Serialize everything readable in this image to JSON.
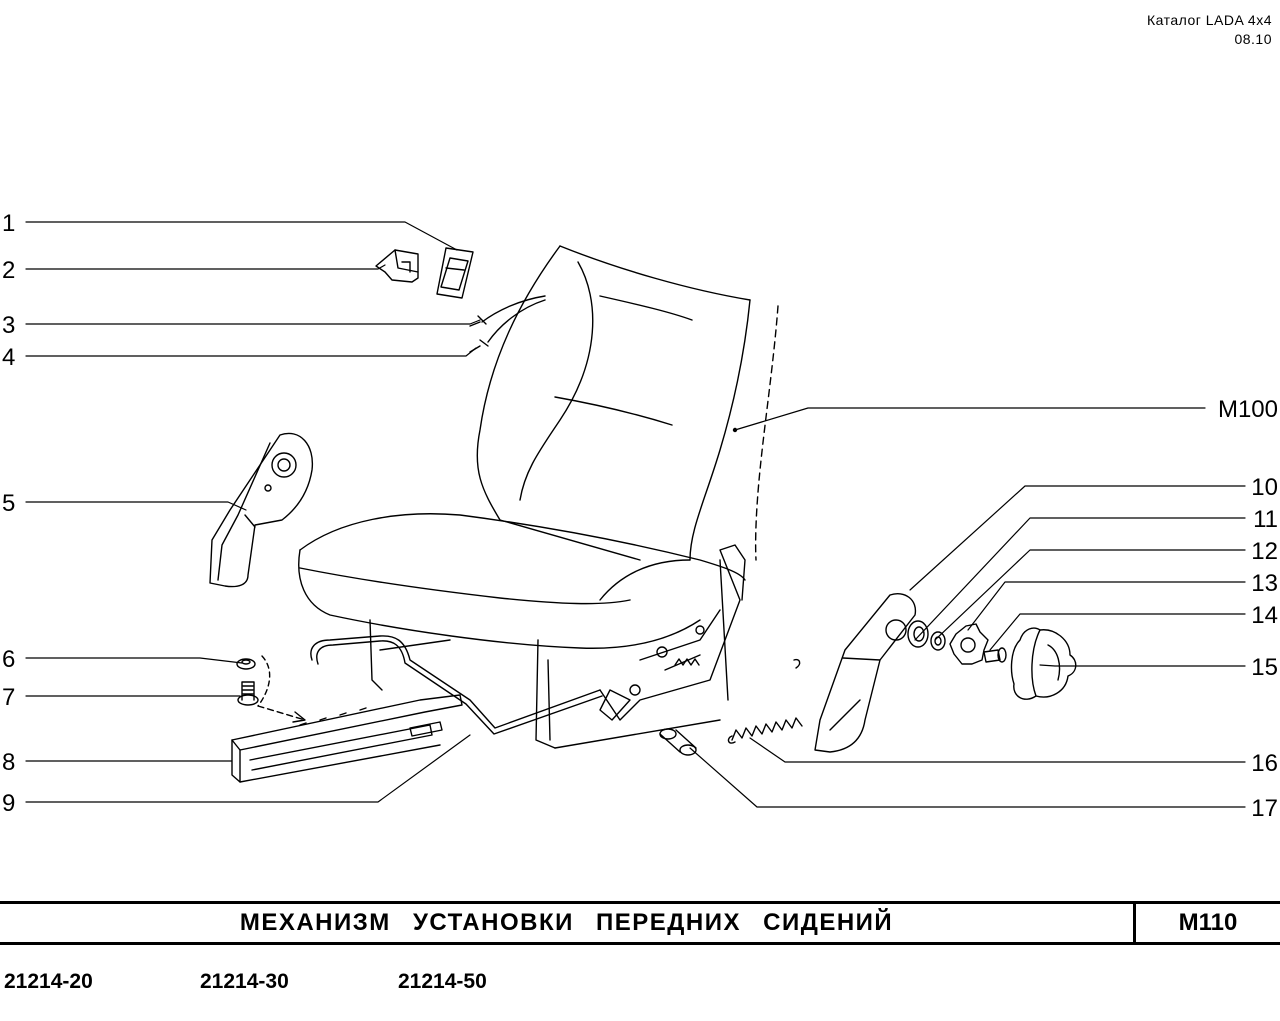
{
  "header": {
    "catalog": "Каталог  LADA  4x4",
    "date": "08.10"
  },
  "callouts": {
    "left": [
      "1",
      "2",
      "3",
      "4",
      "5",
      "6",
      "7",
      "8",
      "9"
    ],
    "right": [
      "M100",
      "10",
      "11",
      "12",
      "13",
      "14",
      "15",
      "16",
      "17"
    ]
  },
  "footer": {
    "title": "МЕХАНИЗМ УСТАНОВКИ ПЕРЕДНИХ СИДЕНИЙ",
    "code": "M110",
    "models": [
      "21214-20",
      "21214-30",
      "21214-50"
    ]
  }
}
